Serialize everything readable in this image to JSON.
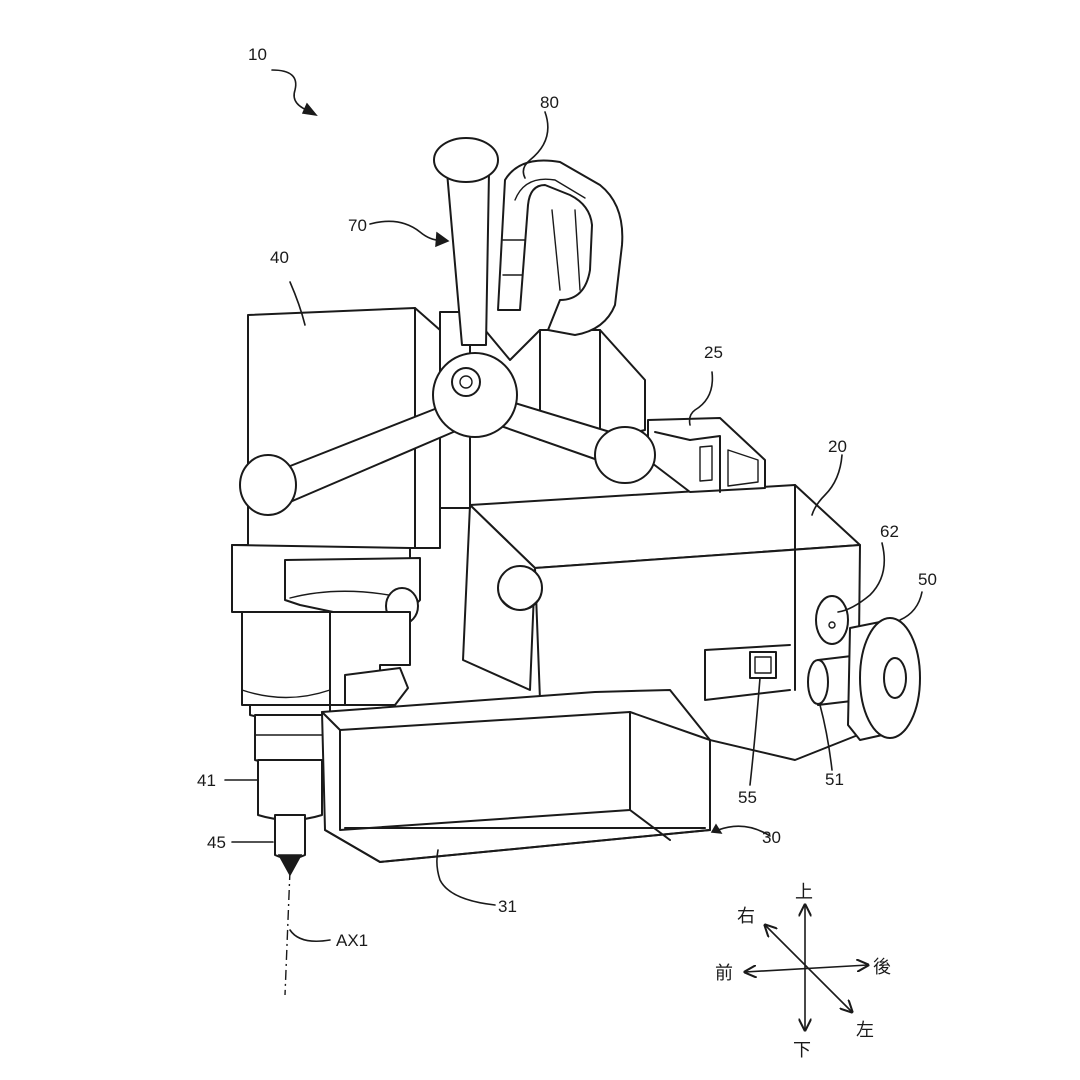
{
  "reference_labels": {
    "device": "10",
    "handle_top": "80",
    "lever": "70",
    "motor_housing": "40",
    "battery": "25",
    "main_body": "20",
    "knob_small": "62",
    "knob_large": "50",
    "spindle": "41",
    "tool_bit": "45",
    "switch": "55",
    "shaft": "51",
    "base": "30",
    "base_plate": "31",
    "axis": "AX1"
  },
  "directions": {
    "up": "上",
    "down": "下",
    "front": "前",
    "rear": "後",
    "right": "右",
    "left": "左"
  },
  "colors": {
    "line": "#1a1a1a",
    "background": "#ffffff"
  }
}
